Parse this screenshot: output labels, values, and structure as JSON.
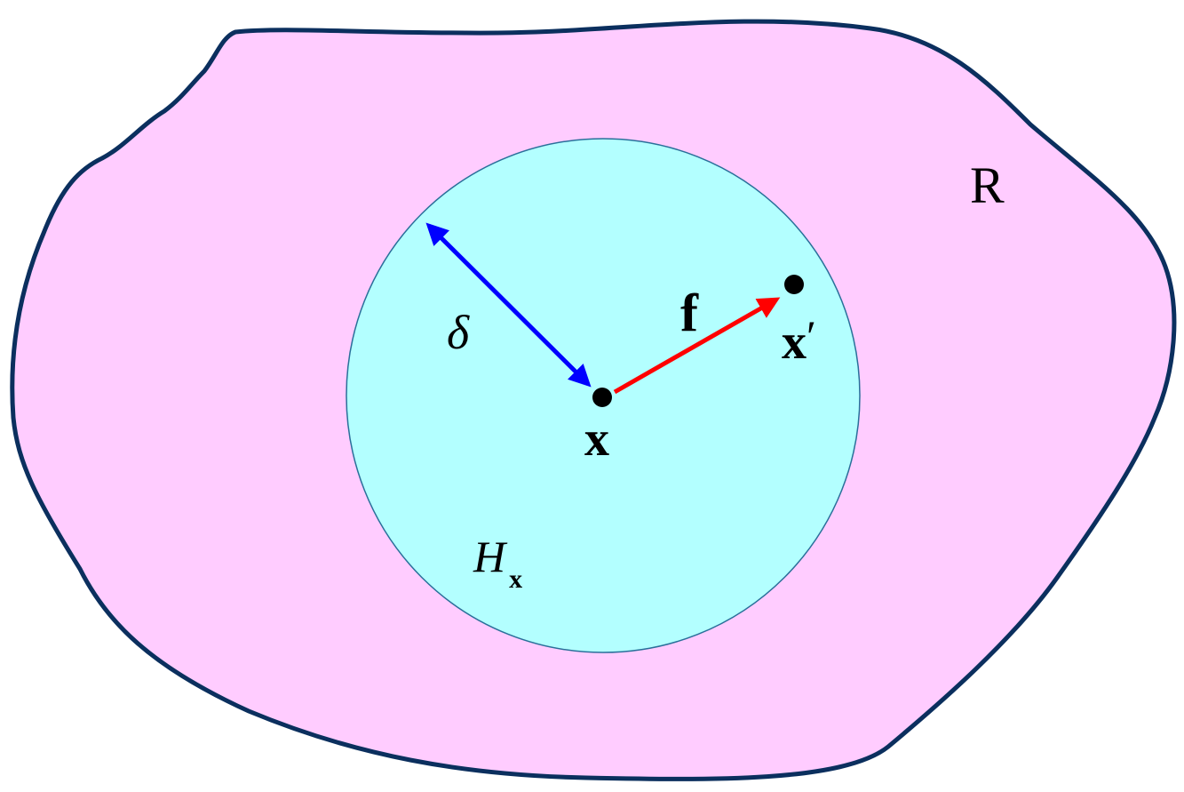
{
  "diagram": {
    "type": "set-neighborhood illustration",
    "colors": {
      "region_fill": "#ffccff",
      "region_stroke": "#0b2f5e",
      "neighborhood_fill": "#b3ffff",
      "neighborhood_stroke": "#2a6f9a",
      "radius_arrow": "#0000ff",
      "vector_arrow": "#ff0000",
      "point": "#000000"
    },
    "labels": {
      "region": "R",
      "radius": "δ",
      "center_point": "x",
      "vector": "f",
      "endpoint": "x",
      "endpoint_prime": "′",
      "neighborhood_main": "H",
      "neighborhood_sub": "x"
    }
  }
}
